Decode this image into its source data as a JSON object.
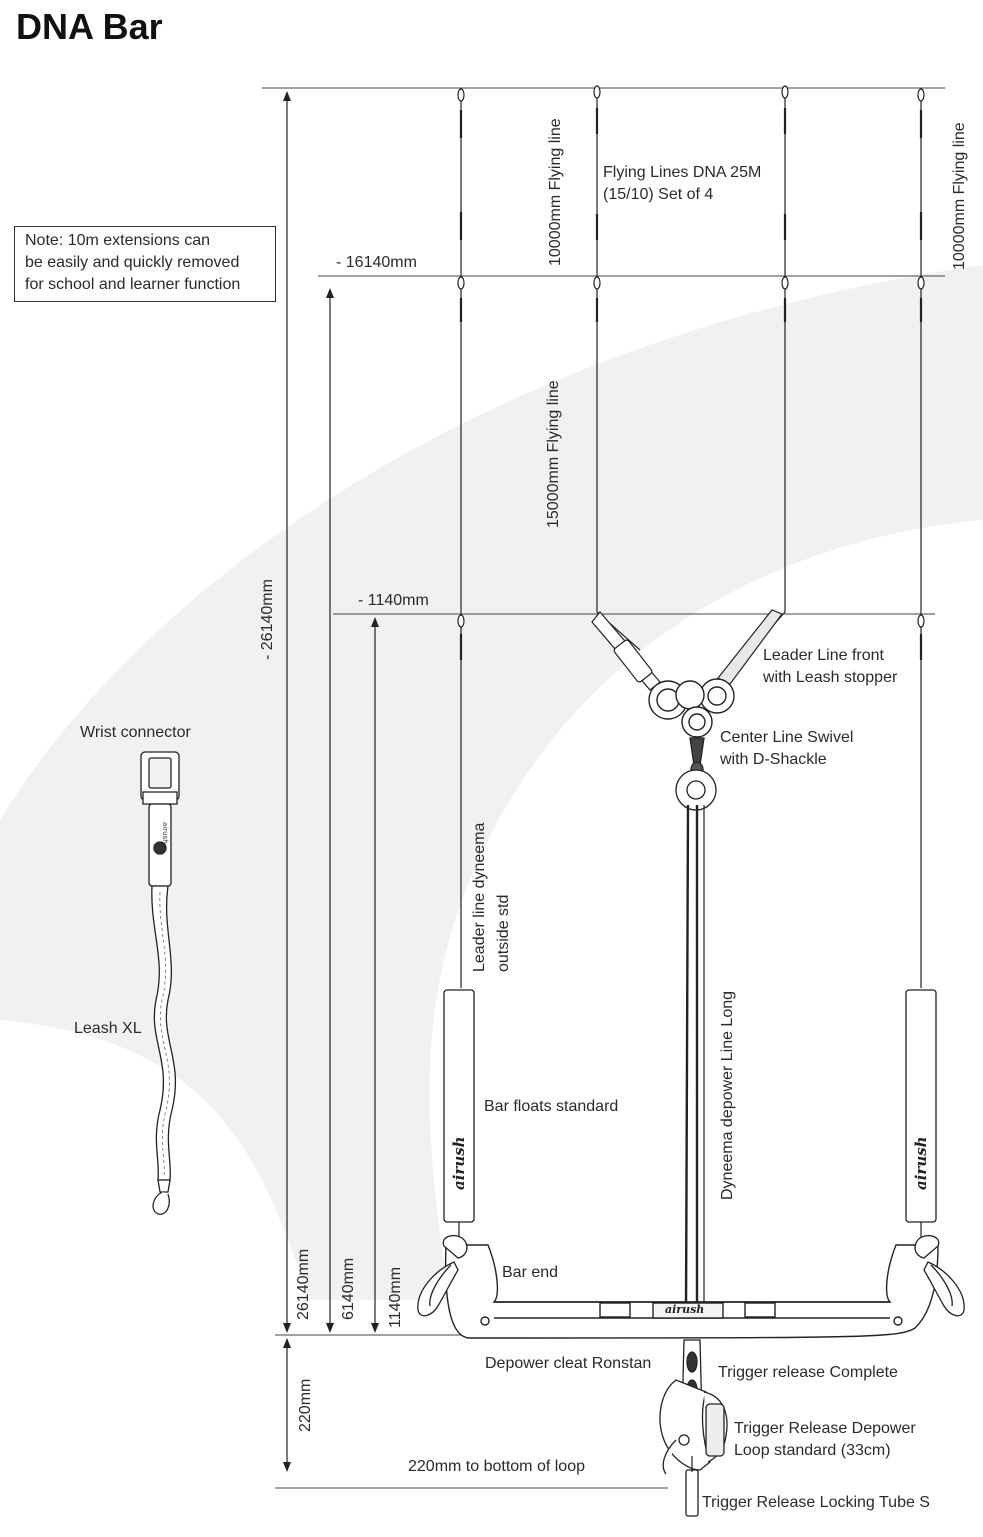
{
  "title": "DNA Bar",
  "note": {
    "line1": "Note: 10m extensions can",
    "line2": "be easily and quickly removed",
    "line3": "for school and learner function"
  },
  "dimensions": {
    "d_16140": "- 16140mm",
    "d_1140": "- 1140mm",
    "d_26140_neg": "- 26140mm",
    "d_26140": "26140mm",
    "d_6140": "6140mm",
    "d_1140b": "1140mm",
    "d_220": "220mm",
    "loop_bottom": "220mm to bottom of loop"
  },
  "labels": {
    "flying_10000_left": "10000mm Flying line",
    "flying_10000_right": "10000mm Flying line",
    "flying_lines_1": "Flying Lines DNA 25M",
    "flying_lines_2": "(15/10) Set of 4",
    "flying_15000": "15000mm Flying line",
    "leader_front_1": "Leader Line front",
    "leader_front_2": "with Leash stopper",
    "swivel_1": "Center Line Swivel",
    "swivel_2": "with D-Shackle",
    "leader_outside_1": "Leader line dyneema",
    "leader_outside_2": "outside std",
    "depower_long": "Dyneema depower Line Long",
    "bar_floats": "Bar floats standard",
    "bar_end": "Bar end",
    "depower_cleat": "Depower cleat Ronstan",
    "trigger_complete": "Trigger release Complete",
    "trigger_loop_1": "Trigger Release Depower",
    "trigger_loop_2": "Loop standard (33cm)",
    "locking_tube": "Trigger Release Locking Tube S",
    "wrist_connector": "Wrist connector",
    "leash_xl": "Leash XL"
  },
  "brand": "airush"
}
